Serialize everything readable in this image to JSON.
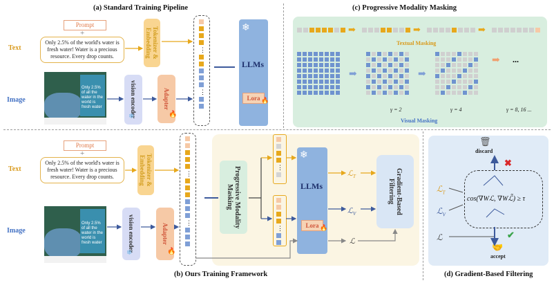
{
  "titles": {
    "a": "(a) Standard Training Pipeline",
    "b": "(b) Ours Training Framework",
    "c": "(c) Progressive Modality Masking",
    "d": "(d) Gradient-Based Filtering"
  },
  "labels": {
    "text": "Text",
    "image": "Image",
    "prompt": "Prompt",
    "text_content": "Only 2.5% of the world's water is fresh water! Water is a precious resource. Every drop counts.",
    "tokenizer": "Tokenizer & Embedding",
    "vision_encoder": "vision encoder",
    "adapter": "Adapter",
    "llms": "LLMs",
    "lora": "Lora",
    "pmm": "Progressive Modality Masking",
    "gbf": "Gradient-Based Filtering",
    "textual_masking": "Textual Masking",
    "visual_masking": "Visual Masking",
    "gamma1": "γ = 2",
    "gamma2": "γ = 4",
    "gamma3": "γ = 8, 16 ...",
    "ellipsis": "...",
    "discard": "discard",
    "accept": "accept",
    "loss_t": "ℒ",
    "loss_t_sub": "T",
    "loss_v": "ℒ",
    "loss_v_sub": "V",
    "loss": "ℒ",
    "cos_formula": "cos(∇Wℒ, ∇Wℒ̃) ≥ τ",
    "poster_big": "Only 2.5% of all the water in the world is fresh water"
  },
  "colors": {
    "orange": "#e7a81c",
    "blue": "#7f9fd6",
    "peach": "#f6c9a6",
    "vision": "#d7dcf5",
    "green": "#d8eedf",
    "llm": "#8fb3df"
  },
  "icons": [
    "snowflake-icon",
    "fire-icon",
    "trash-icon",
    "cross-icon",
    "check-icon",
    "handshake-icon"
  ]
}
